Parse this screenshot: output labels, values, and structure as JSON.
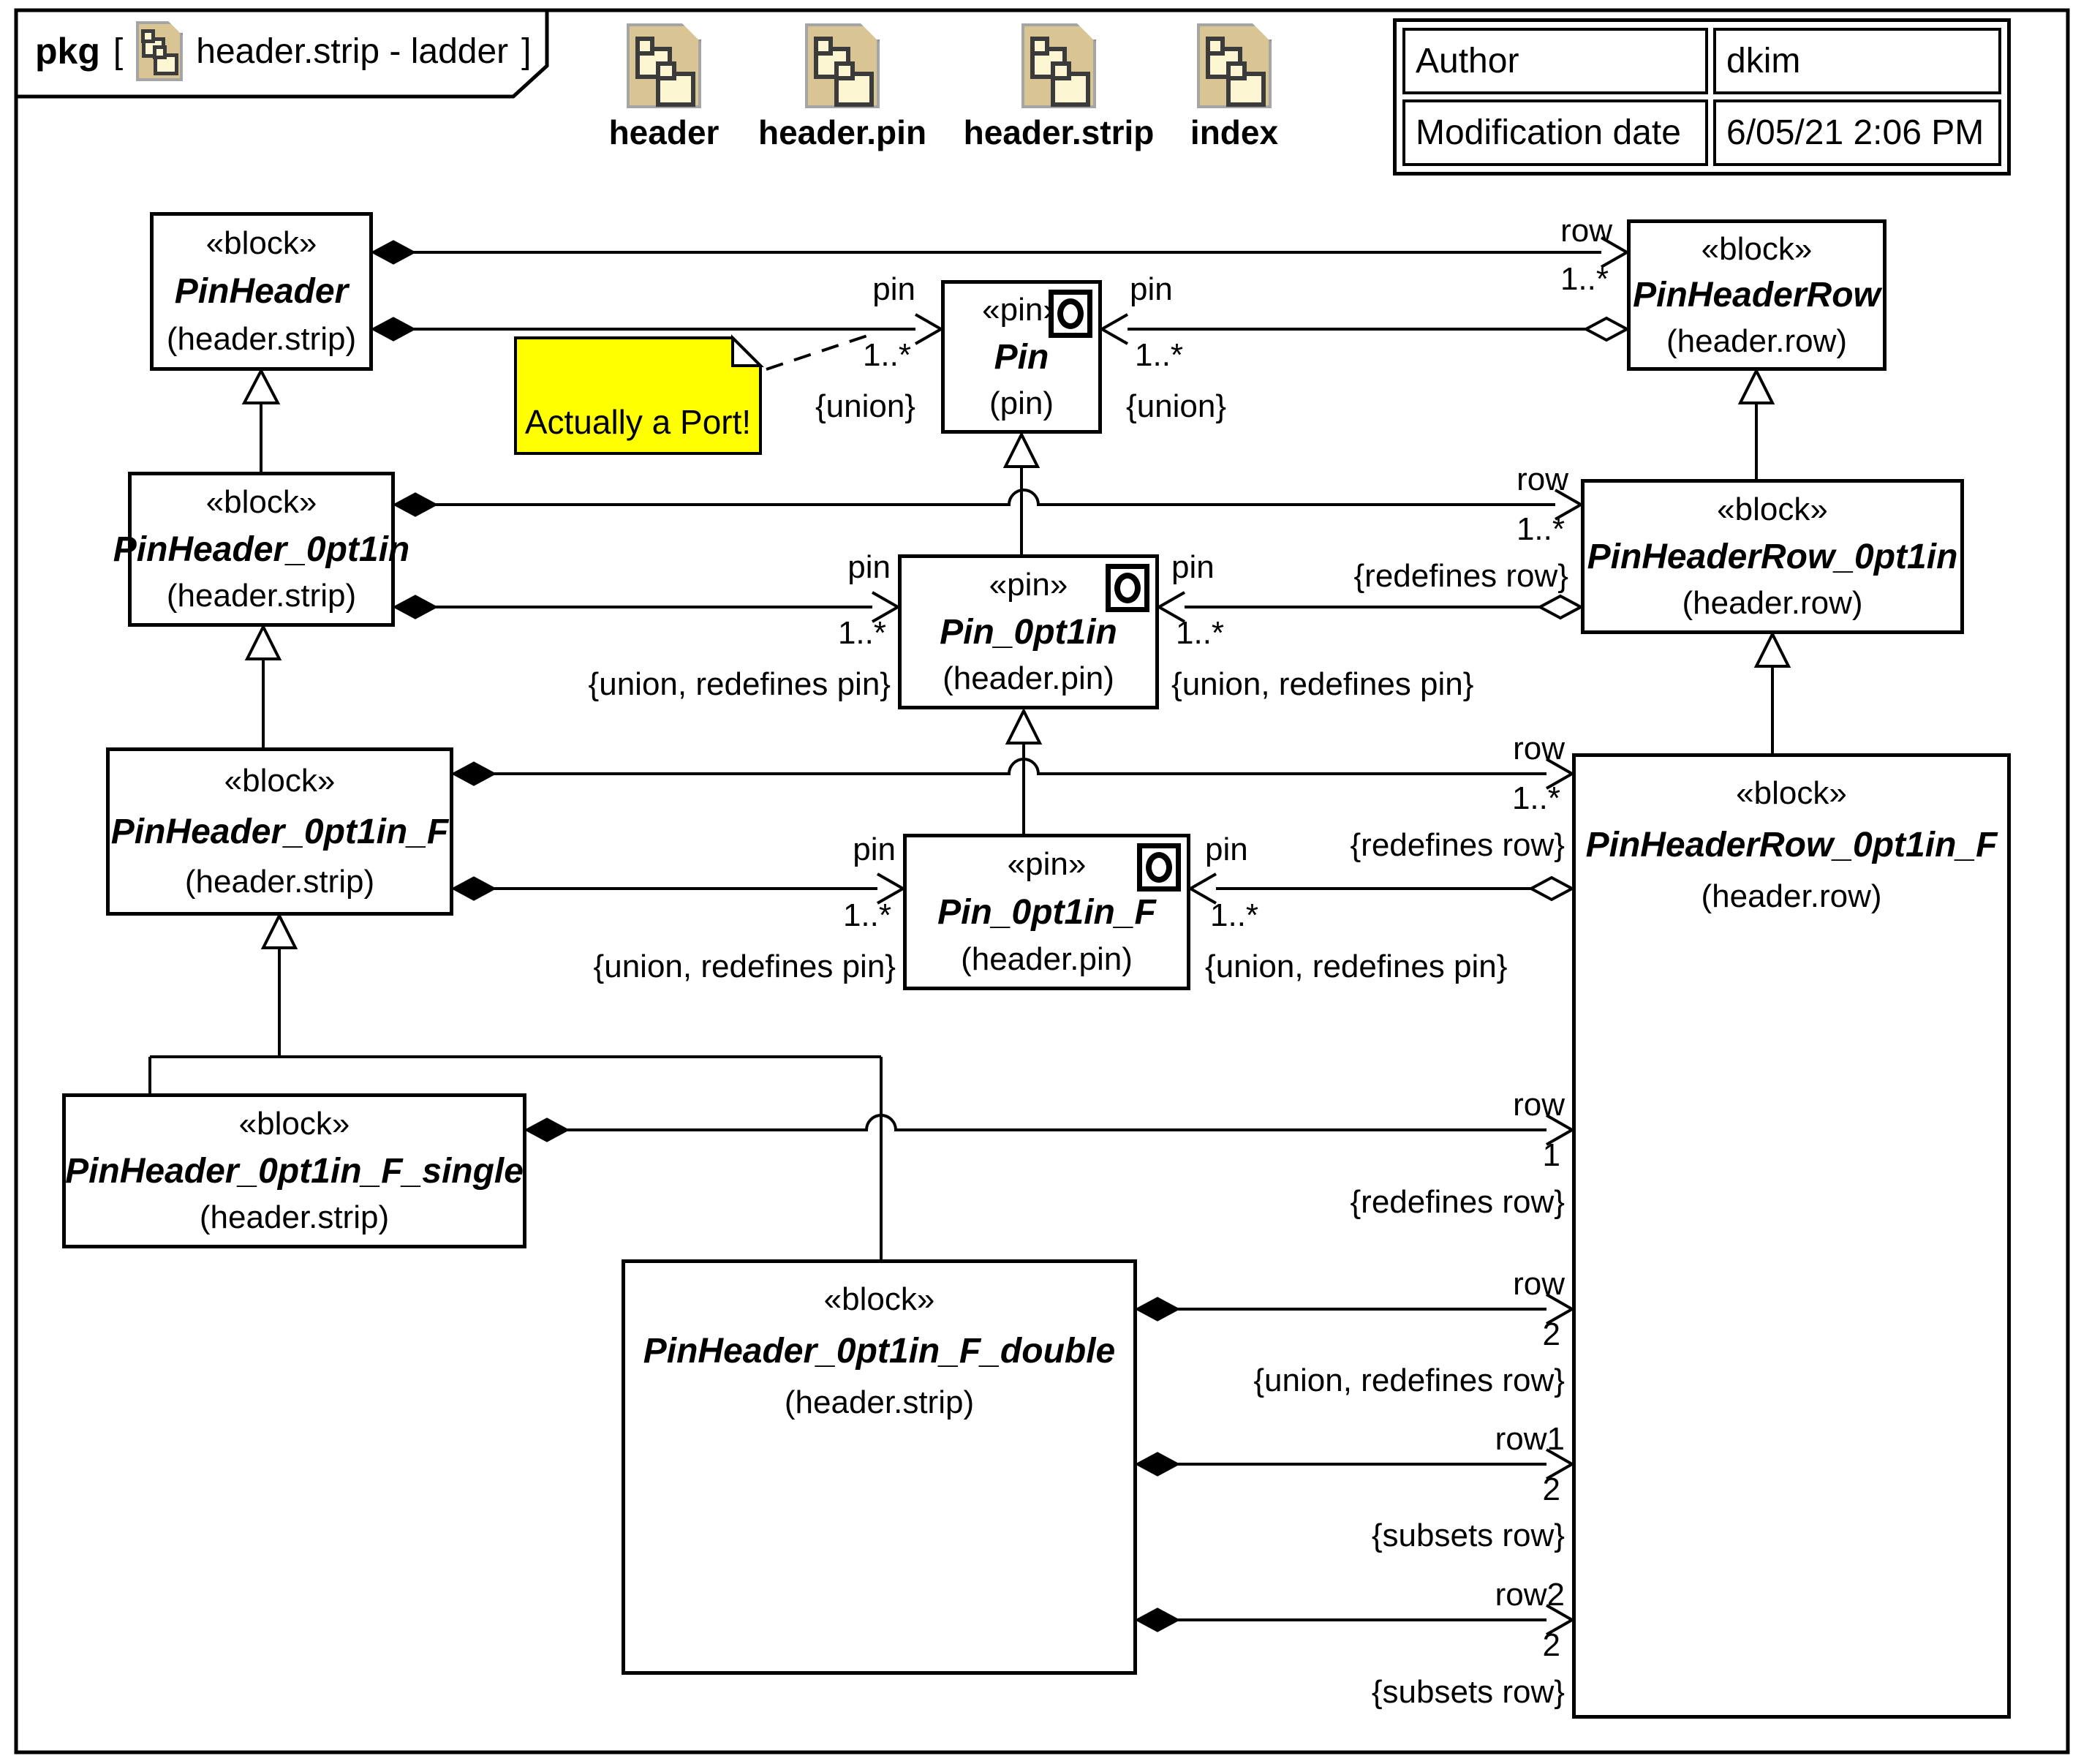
{
  "frame": {
    "keyword": "pkg",
    "bracket_open": "[",
    "title": "header.strip - ladder",
    "bracket_close": "]",
    "tab_icon": "package-diagram-icon"
  },
  "palette": {
    "icons": [
      {
        "icon": "package-diagram-icon",
        "label": "header"
      },
      {
        "icon": "package-diagram-icon",
        "label": "header.pin"
      },
      {
        "icon": "package-diagram-icon",
        "label": "header.strip"
      },
      {
        "icon": "package-diagram-icon",
        "label": "index"
      }
    ]
  },
  "info_table": {
    "rows": [
      {
        "label": "Author",
        "value": "dkim"
      },
      {
        "label": "Modification date",
        "value": "6/05/21 2:06 PM"
      }
    ]
  },
  "note": {
    "text": "Actually a Port!",
    "fill": "#ffff00"
  },
  "colors": {
    "line": "#000000",
    "icon_page": "#d9c494",
    "icon_package": "#fcf7d2",
    "note_fill": "#ffff00"
  },
  "blocks": [
    {
      "stereotype": "«block»",
      "name": "PinHeader",
      "package": "(header.strip)"
    },
    {
      "stereotype": "«pin»",
      "name": "Pin",
      "package": "(pin)",
      "port_icon": "port-icon"
    },
    {
      "stereotype": "«block»",
      "name": "PinHeaderRow",
      "package": "(header.row)"
    },
    {
      "stereotype": "«block»",
      "name": "PinHeader_0pt1in",
      "package": "(header.strip)"
    },
    {
      "stereotype": "«pin»",
      "name": "Pin_0pt1in",
      "package": "(header.pin)",
      "port_icon": "port-icon"
    },
    {
      "stereotype": "«block»",
      "name": "PinHeaderRow_0pt1in",
      "package": "(header.row)"
    },
    {
      "stereotype": "«block»",
      "name": "PinHeader_0pt1in_F",
      "package": "(header.strip)"
    },
    {
      "stereotype": "«pin»",
      "name": "Pin_0pt1in_F",
      "package": "(header.pin)",
      "port_icon": "port-icon"
    },
    {
      "stereotype": "«block»",
      "name": "PinHeaderRow_0pt1in_F",
      "package": "(header.row)"
    },
    {
      "stereotype": "«block»",
      "name": "PinHeader_0pt1in_F_single",
      "package": "(header.strip)"
    },
    {
      "stereotype": "«block»",
      "name": "PinHeader_0pt1in_F_double",
      "package": "(header.strip)"
    }
  ],
  "labels": {
    "a1": {
      "role": "row",
      "mult": "1..*"
    },
    "a2": {
      "role": "pin",
      "mult": "1..*",
      "constraint": "{union}"
    },
    "a3": {
      "role": "pin",
      "mult": "1..*",
      "constraint": "{union}"
    },
    "a4": {
      "role": "row",
      "mult": "1..*",
      "constraint": "{redefines row}"
    },
    "a5": {
      "role": "pin",
      "mult": "1..*",
      "constraint": "{union, redefines pin}"
    },
    "a6": {
      "role": "pin",
      "mult": "1..*",
      "constraint": "{union, redefines pin}"
    },
    "a7": {
      "role": "row",
      "mult": "1..*",
      "constraint": "{redefines row}"
    },
    "a8": {
      "role": "pin",
      "mult": "1..*",
      "constraint": "{union, redefines pin}"
    },
    "a9": {
      "role": "pin",
      "mult": "1..*",
      "constraint": "{union, redefines pin}"
    },
    "a10": {
      "role": "row",
      "mult": "1",
      "constraint": "{redefines row}"
    },
    "a11": {
      "role": "row",
      "mult": "2",
      "constraint": "{union, redefines row}"
    },
    "a12": {
      "role": "row1",
      "mult": "2",
      "constraint": "{subsets row}"
    },
    "a13": {
      "role": "row2",
      "mult": "2",
      "constraint": "{subsets row}"
    }
  }
}
